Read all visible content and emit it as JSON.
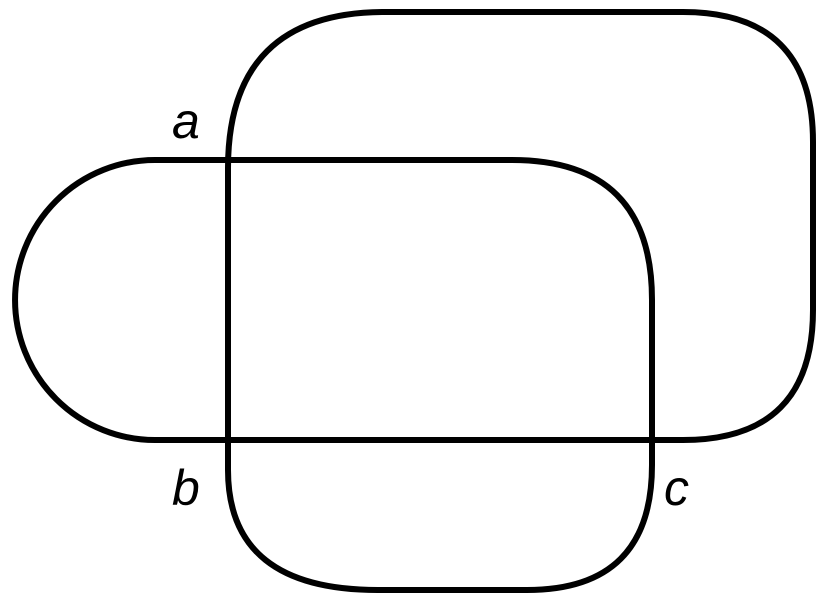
{
  "labels": {
    "a": "a",
    "b": "b",
    "c": "c"
  },
  "colors": {
    "stroke": "#000000",
    "text": "#000000",
    "background": "#ffffff"
  }
}
